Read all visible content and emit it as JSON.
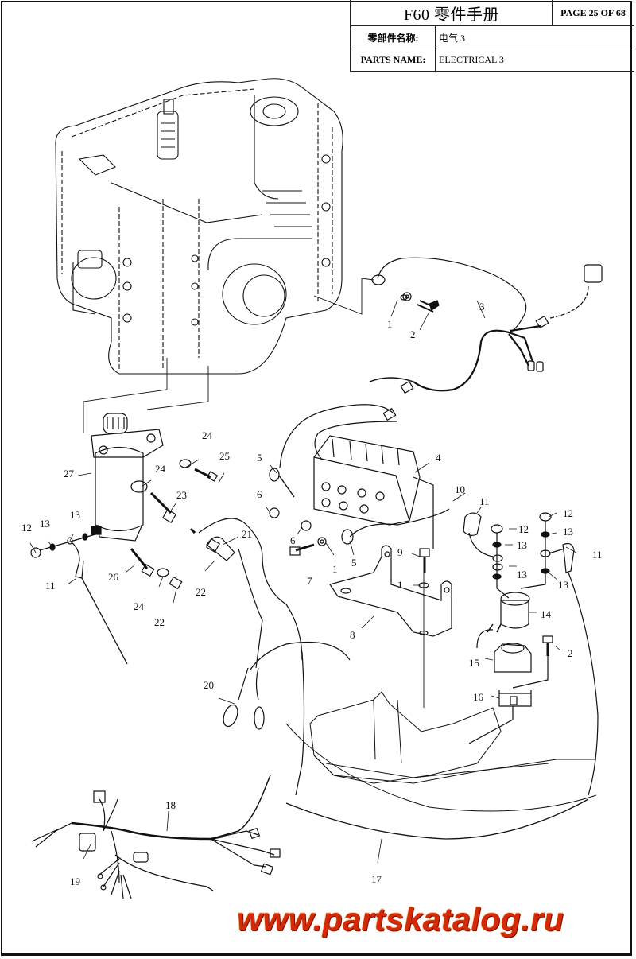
{
  "title_block": {
    "title": "F60 零件手册",
    "page": "PAGE 25 OF 68",
    "cn_label": "零部件名称:",
    "cn_value": "电气 3",
    "en_label": "PARTS NAME:",
    "en_value": "ELECTRICAL 3"
  },
  "diagram": {
    "subject": "Outboard engine electrical components exploded view",
    "callouts": [
      {
        "id": "c1a",
        "label": "1"
      },
      {
        "id": "c2a",
        "label": "2"
      },
      {
        "id": "c3",
        "label": "3"
      },
      {
        "id": "c4",
        "label": "4"
      },
      {
        "id": "c5a",
        "label": "5"
      },
      {
        "id": "c6a",
        "label": "6"
      },
      {
        "id": "c6b",
        "label": "6"
      },
      {
        "id": "c1b",
        "label": "1"
      },
      {
        "id": "c7",
        "label": "7"
      },
      {
        "id": "c5b",
        "label": "5"
      },
      {
        "id": "c9",
        "label": "9"
      },
      {
        "id": "c1c",
        "label": "1"
      },
      {
        "id": "c8",
        "label": "8"
      },
      {
        "id": "c10",
        "label": "10"
      },
      {
        "id": "c11a",
        "label": "11"
      },
      {
        "id": "c12a",
        "label": "12"
      },
      {
        "id": "c13a",
        "label": "13"
      },
      {
        "id": "c13b",
        "label": "13"
      },
      {
        "id": "c12b",
        "label": "12"
      },
      {
        "id": "c13c",
        "label": "13"
      },
      {
        "id": "c11b",
        "label": "11"
      },
      {
        "id": "c13d",
        "label": "13"
      },
      {
        "id": "c14",
        "label": "14"
      },
      {
        "id": "c2b",
        "label": "2"
      },
      {
        "id": "c15",
        "label": "15"
      },
      {
        "id": "c16",
        "label": "16"
      },
      {
        "id": "c24a",
        "label": "24"
      },
      {
        "id": "c25",
        "label": "25"
      },
      {
        "id": "c27",
        "label": "27"
      },
      {
        "id": "c24b",
        "label": "24"
      },
      {
        "id": "c23",
        "label": "23"
      },
      {
        "id": "c12c",
        "label": "12"
      },
      {
        "id": "c13e",
        "label": "13"
      },
      {
        "id": "c13f",
        "label": "13"
      },
      {
        "id": "c11c",
        "label": "11"
      },
      {
        "id": "c21",
        "label": "21"
      },
      {
        "id": "c26",
        "label": "26"
      },
      {
        "id": "c22a",
        "label": "22"
      },
      {
        "id": "c24c",
        "label": "24"
      },
      {
        "id": "c22b",
        "label": "22"
      },
      {
        "id": "c20",
        "label": "20"
      },
      {
        "id": "c18",
        "label": "18"
      },
      {
        "id": "c19",
        "label": "19"
      },
      {
        "id": "c17",
        "label": "17"
      }
    ]
  },
  "watermark": "www.partskatalog.ru"
}
